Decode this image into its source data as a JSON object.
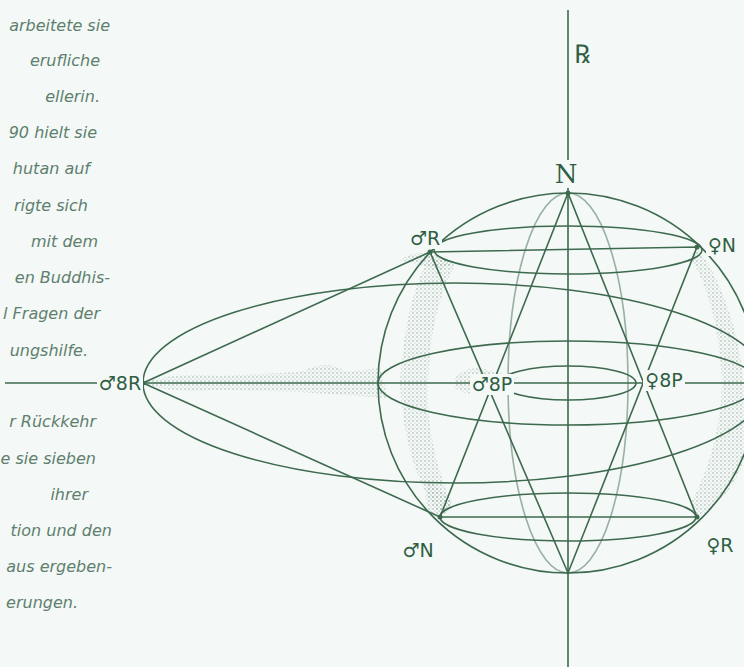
{
  "diagram": {
    "labels": [
      "arbeitete sie",
      "erufliche",
      "ellerin.",
      "90 hielt sie",
      "hutan auf",
      "rigte sich",
      "mit dem",
      "en Buddhis-",
      "l Fragen der",
      "ungshilfe.",
      "r Rückkehr",
      "e sie sieben",
      "ihrer",
      "tion und den",
      "aus ergeben-",
      "erungen.",
      "℞",
      "N",
      "♂R",
      "♀N",
      "♂8R",
      "♂8P",
      "♀8P",
      "♂N",
      "♀R"
    ]
  }
}
